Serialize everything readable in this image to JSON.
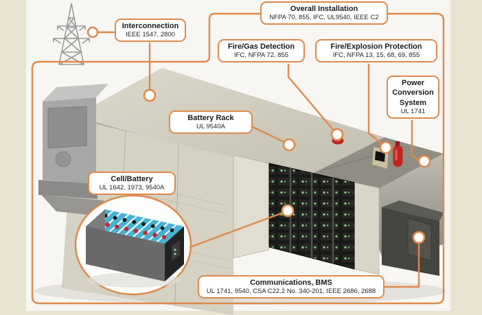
{
  "labels": {
    "overall": {
      "title": "Overall Installation",
      "codes": "NFPA 70, 855, IFC, UL9540, IEEE C2"
    },
    "interconnection": {
      "title": "Interconnection",
      "codes": "IEEE 1547, 2800"
    },
    "fire_gas": {
      "title": "Fire/Gas Detection",
      "codes": "IFC, NFPA 72, 855"
    },
    "fire_explosion": {
      "title": "Fire/Explosion Protection",
      "codes": "IFC, NFPA 13, 15, 68, 69, 855"
    },
    "pcs": {
      "title": "Power Conversion System",
      "codes": "UL 1741"
    },
    "battery_rack": {
      "title": "Battery Rack",
      "codes": "UL 9540A"
    },
    "cell_battery": {
      "title": "Cell/Battery",
      "codes": "UL 1642, 1973, 9540A"
    },
    "communications": {
      "title": "Communications, BMS",
      "codes": "UL 1741, 9540, CSA C22.2 No. 340-201, IEEE 2686, 2688"
    }
  },
  "colors": {
    "accent": "#DD8A4B",
    "frame_background": "#E8E4D1",
    "panel_background": "#F7F6F3",
    "callout_fill": "#FFFFFF",
    "text": "#1B1B1B"
  },
  "icons": {
    "transmission_tower": "transmission-tower-icon",
    "smoke_detector": "smoke-detector-icon",
    "fire_extinguisher": "fire-extinguisher-icon",
    "battery_module": "battery-module-icon",
    "connector_dot": "connector-dot"
  }
}
